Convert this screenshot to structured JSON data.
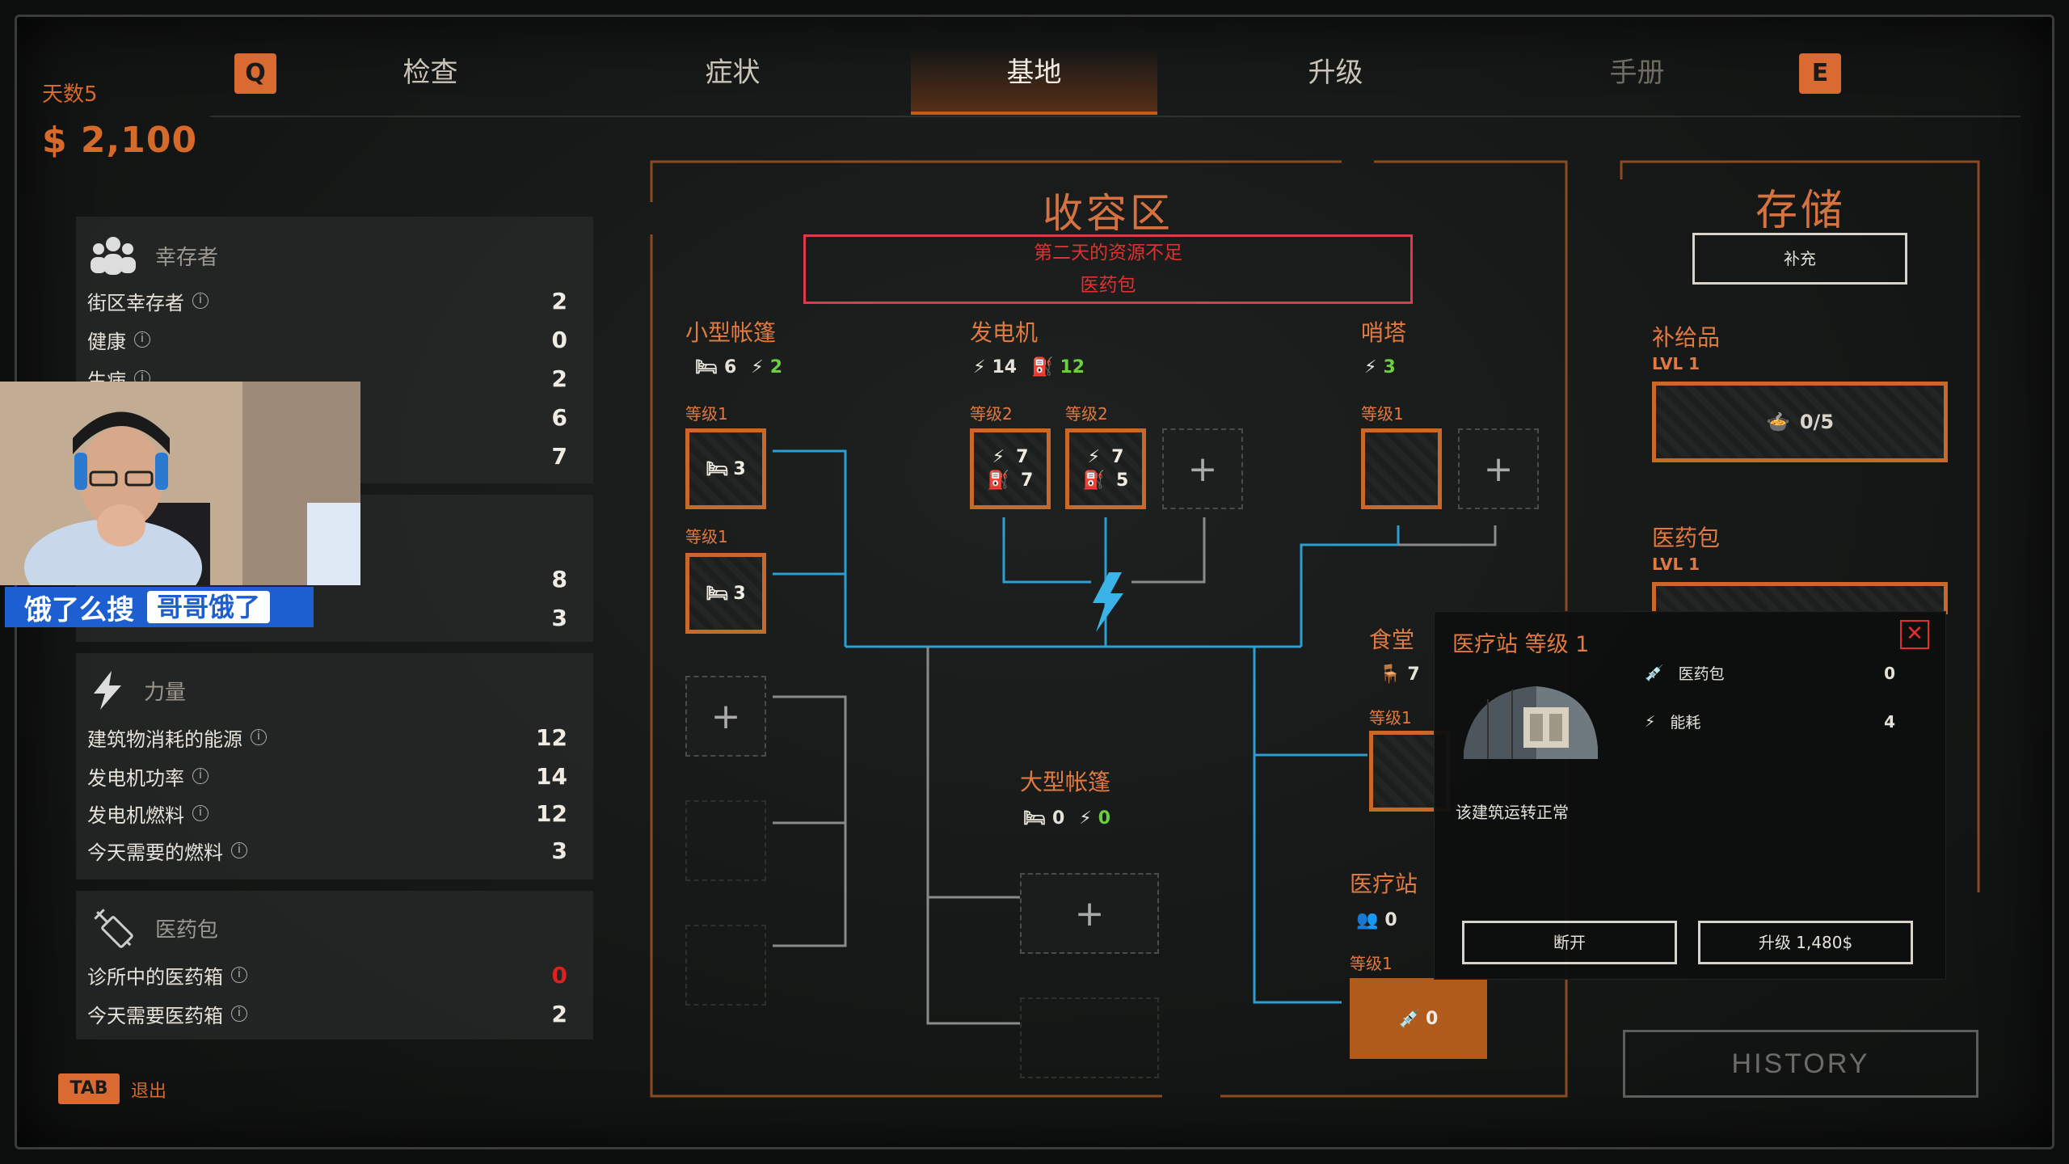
{
  "header": {
    "key_left": "Q",
    "key_right": "E",
    "tabs": [
      {
        "label": "检查"
      },
      {
        "label": "症状"
      },
      {
        "label": "基地"
      },
      {
        "label": "升级"
      },
      {
        "label": "手册"
      }
    ],
    "active_tab": "基地",
    "days_label": "天数5",
    "money": "$ 2,100"
  },
  "left": {
    "survivors": {
      "title": "幸存者",
      "rows": [
        {
          "label": "街区幸存者",
          "value": "2"
        },
        {
          "label": "健康",
          "value": "0"
        },
        {
          "label": "生病",
          "value": "2"
        }
      ],
      "extra_values": [
        "6",
        "7"
      ]
    },
    "food": {
      "values": [
        "8",
        "3"
      ]
    },
    "power": {
      "title": "力量",
      "rows": [
        {
          "label": "建筑物消耗的能源",
          "value": "12"
        },
        {
          "label": "发电机功率",
          "value": "14"
        },
        {
          "label": "发电机燃料",
          "value": "12"
        },
        {
          "label": "今天需要的燃料",
          "value": "3"
        }
      ]
    },
    "medkit": {
      "title": "医药包",
      "rows": [
        {
          "label": "诊所中的医药箱",
          "value": "0"
        },
        {
          "label": "今天需要医药箱",
          "value": "2"
        }
      ]
    }
  },
  "webcam": {
    "banner_left": "饿了么搜",
    "banner_right": "哥哥饿了"
  },
  "zone": {
    "title": "收容区",
    "warning_line1": "第二天的资源不足",
    "warning_line2": "医药包",
    "small_tent": {
      "name": "小型帐篷",
      "beds": "6",
      "power": "2",
      "slots": [
        {
          "level": "等级1",
          "beds": "3"
        },
        {
          "level": "等级1",
          "beds": "3"
        }
      ]
    },
    "generator": {
      "name": "发电机",
      "power": "14",
      "fuel": "12",
      "slots": [
        {
          "level": "等级2",
          "power": "7",
          "fuel": "7"
        },
        {
          "level": "等级2",
          "power": "7",
          "fuel": "5"
        }
      ]
    },
    "tower": {
      "name": "哨塔",
      "power": "3",
      "slots": [
        {
          "level": "等级1"
        }
      ]
    },
    "large_tent": {
      "name": "大型帐篷",
      "beds": "0",
      "power": "0"
    },
    "canteen": {
      "name": "食堂",
      "value": "7",
      "level": "等级1"
    },
    "clinic": {
      "name": "医疗站",
      "people": "0",
      "level": "等级1",
      "slot_value": "0"
    }
  },
  "storage": {
    "title": "存储",
    "refill_label": "补充",
    "supplies": {
      "name": "补给品",
      "level": "LVL 1",
      "value": "0/5"
    },
    "medkit": {
      "name": "医药包",
      "level": "LVL 1"
    },
    "history_label": "HISTORY"
  },
  "popup": {
    "title": "医疗站  等级 1",
    "rows": [
      {
        "label": "医药包",
        "value": "0"
      },
      {
        "label": "能耗",
        "value": "4"
      }
    ],
    "status": "该建筑运转正常",
    "disconnect_label": "断开",
    "upgrade_label": "升级 1,480$"
  },
  "footer": {
    "tab_key": "TAB",
    "exit_label": "退出"
  },
  "colors": {
    "accent": "#d86a32",
    "wire": "#2aa0d0",
    "warning": "#e03030",
    "green": "#6ad040"
  }
}
